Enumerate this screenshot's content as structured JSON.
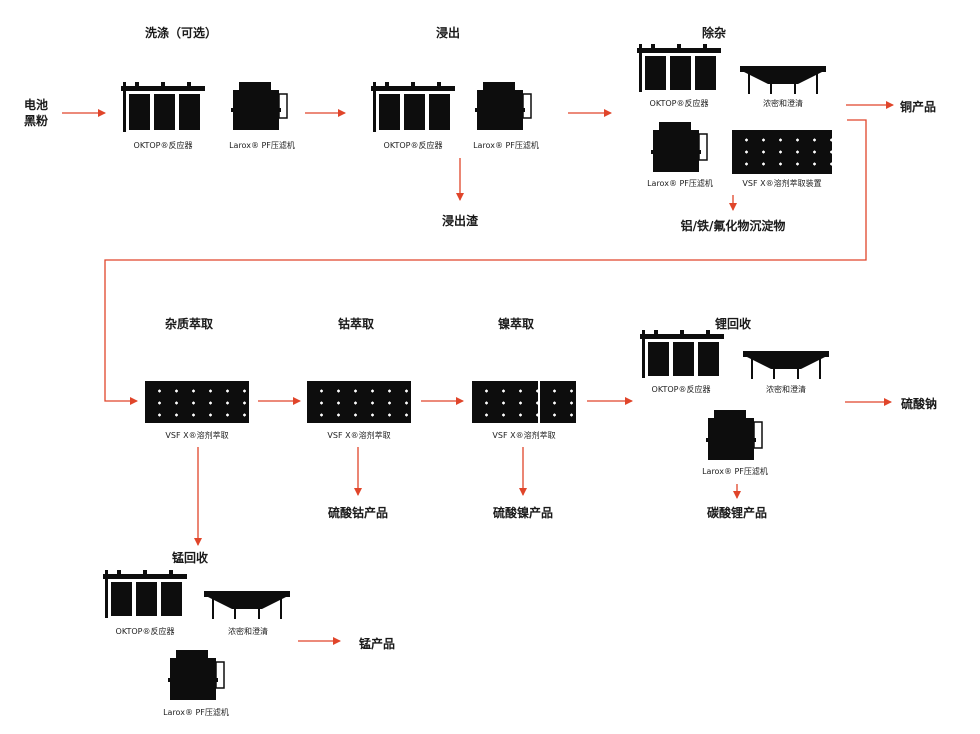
{
  "stages": {
    "washing": "洗涤（可选）",
    "leaching": "浸出",
    "purification": "除杂",
    "impurity_extraction": "杂质萃取",
    "cobalt_extraction": "钴萃取",
    "nickel_extraction": "镍萃取",
    "lithium_recovery": "锂回收",
    "manganese_recovery": "锰回收"
  },
  "inputs": {
    "feed": "电池\n黑粉"
  },
  "outputs": {
    "leach_residue": "浸出渣",
    "copper": "铜产品",
    "precipitate": "铝/铁/氟化物沉淀物",
    "cobalt_sulfate": "硫酸钴产品",
    "nickel_sulfate": "硫酸镍产品",
    "sodium_sulfate": "硫酸钠",
    "lithium_carbonate": "碳酸锂产品",
    "manganese": "锰产品"
  },
  "equipment": {
    "reactor": "OKTOP®反应器",
    "filter": "Larox® PF压滤机",
    "thickener": "浓密和澄清",
    "vsf_device": "VSF X®溶剂萃取装置",
    "vsf": "VSF X®溶剂萃取"
  },
  "colors": {
    "arrow": "#e0452a",
    "equipment": "#0d0d0d"
  }
}
